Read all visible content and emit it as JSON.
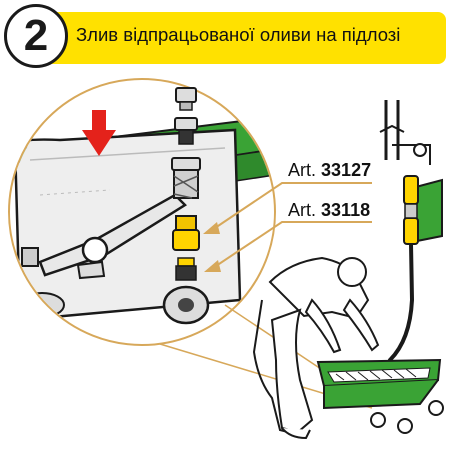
{
  "header": {
    "step_number": "2",
    "title": "Злив відпрацьованої оливи на підлозі"
  },
  "callouts": [
    {
      "prefix": "Art.",
      "number": "33127"
    },
    {
      "prefix": "Art.",
      "number": "33118"
    }
  ],
  "colors": {
    "accent_yellow": "#ffe100",
    "equipment_green": "#3aa335",
    "arrow_red": "#e4221b",
    "outline": "#1a1a1a"
  },
  "icons": {
    "down_arrow": "red-down-arrow-icon"
  }
}
